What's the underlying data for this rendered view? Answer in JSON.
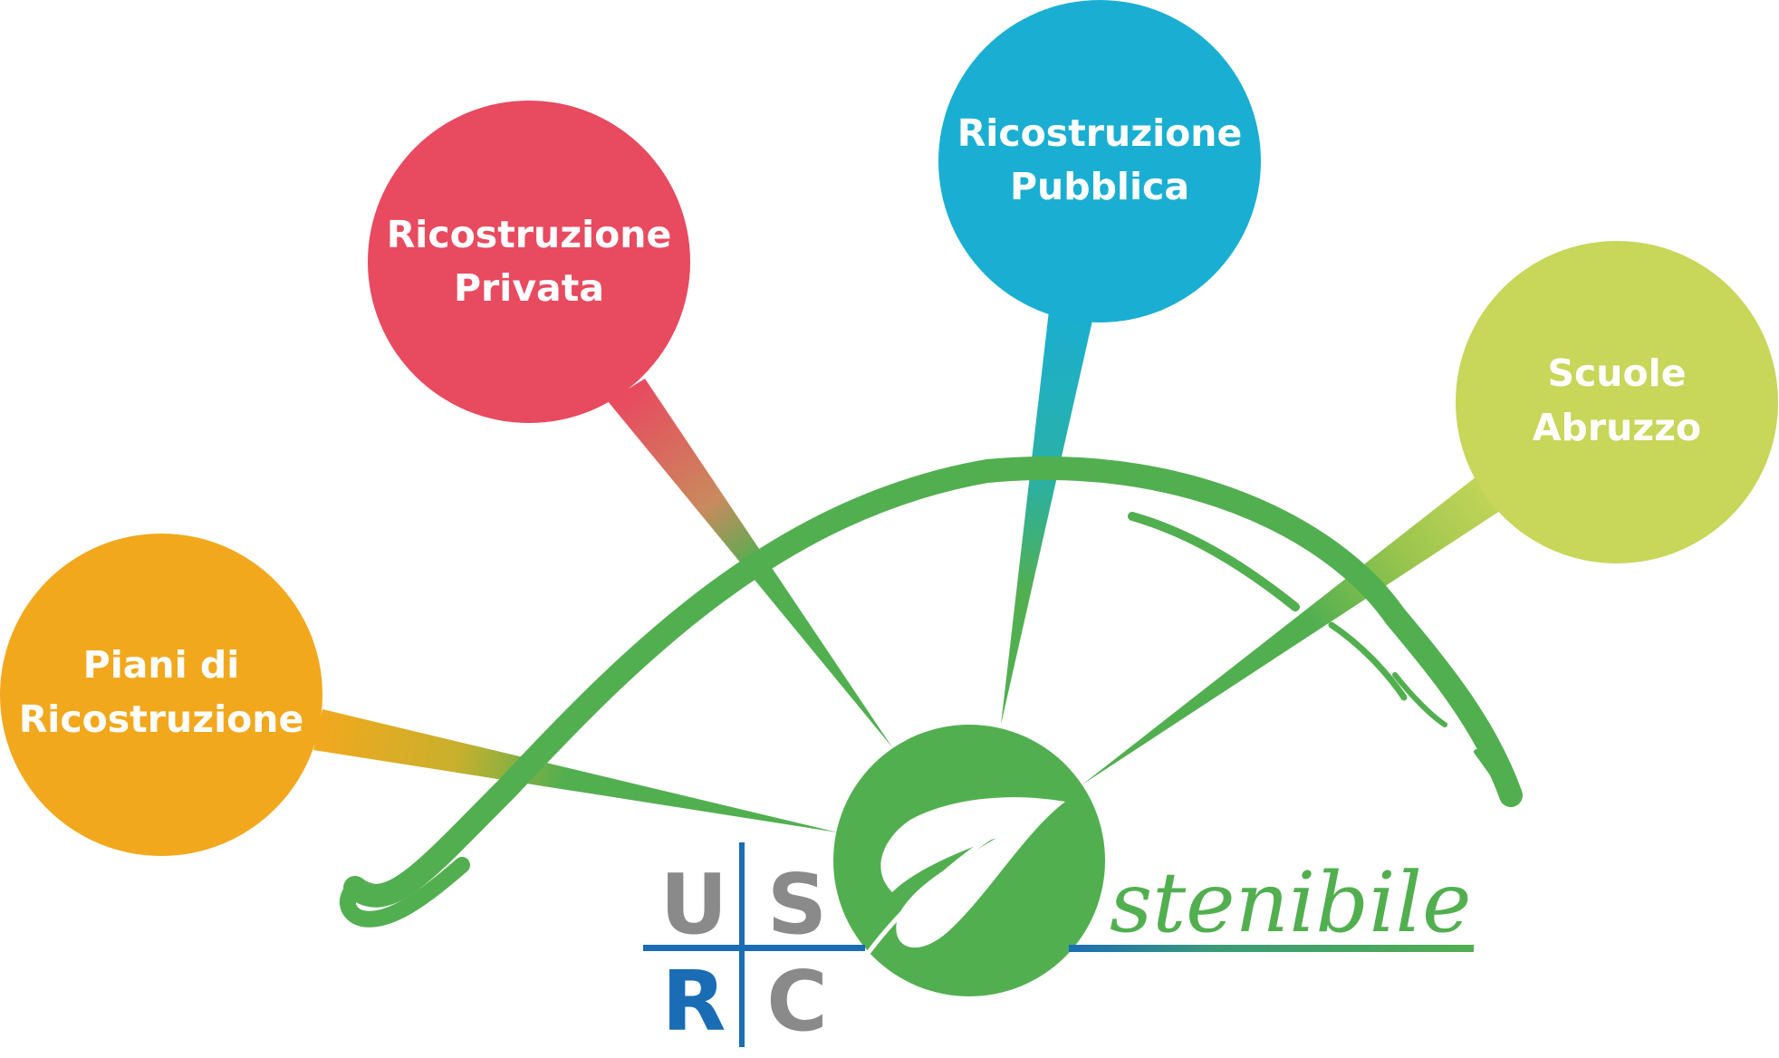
{
  "colors": {
    "red": "#e84a5f",
    "blue": "#1aafd2",
    "yellow_green": "#c8d65a",
    "orange": "#f2a81d",
    "green": "#52af50",
    "logo_blue": "#1a6db5",
    "logo_grey": "#8a8a8a"
  },
  "nodes": {
    "privata": {
      "line1": "Ricostruzione",
      "line2": "Privata"
    },
    "pubblica": {
      "line1": "Ricostruzione",
      "line2": "Pubblica"
    },
    "scuole": {
      "line1": "Scuole",
      "line2": "Abruzzo"
    },
    "piani": {
      "line1": "Piani di",
      "line2": "Ricostruzione"
    }
  },
  "logo": {
    "letter_u": "U",
    "letter_s": "S",
    "letter_r": "R",
    "letter_c": "C",
    "tagline": "stenibile"
  }
}
